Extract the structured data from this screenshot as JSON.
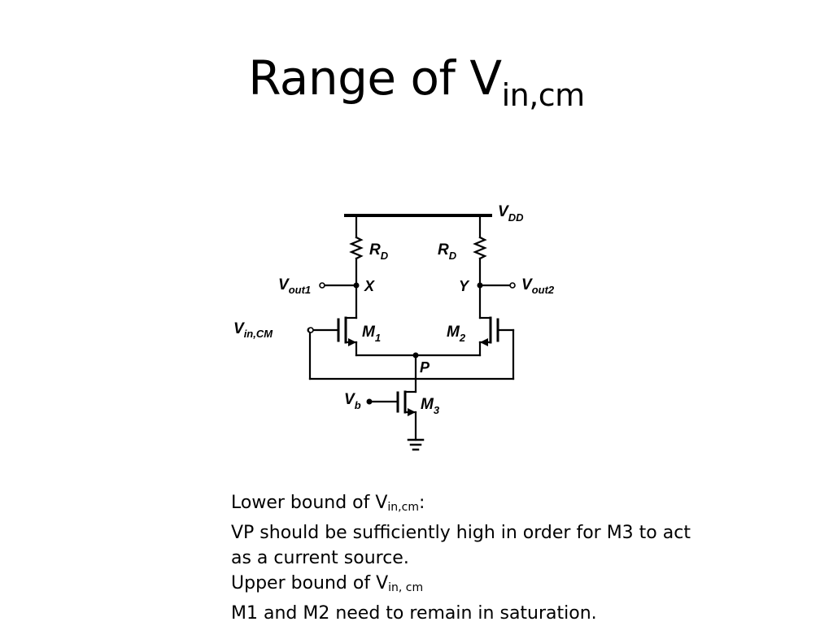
{
  "slide": {
    "title_main": "Range of V",
    "title_sub": "in,cm"
  },
  "circuit": {
    "labels": {
      "vdd": "V",
      "vdd_sub": "DD",
      "rd_left": "R",
      "rd_left_sub": "D",
      "rd_right": "R",
      "rd_right_sub": "D",
      "vout1": "V",
      "vout1_sub": "out1",
      "vout2": "V",
      "vout2_sub": "out2",
      "node_x": "X",
      "node_y": "Y",
      "vin_cm": "V",
      "vin_cm_sub": "in,CM",
      "m1": "M",
      "m1_sub": "1",
      "m2": "M",
      "m2_sub": "2",
      "node_p": "P",
      "vb": "V",
      "vb_sub": "b",
      "m3": "M",
      "m3_sub": "3"
    }
  },
  "notes": {
    "lower_prefix": "Lower bound of V",
    "lower_sub": "in,cm",
    "lower_suffix": ":",
    "lower_desc_1": "VP should be sufficiently high in order for M3 to act",
    "lower_desc_2": "as a current source.",
    "upper_prefix": "Upper bound of V",
    "upper_sub": "in, cm",
    "upper_desc": "M1 and M2 need to remain in saturation."
  }
}
